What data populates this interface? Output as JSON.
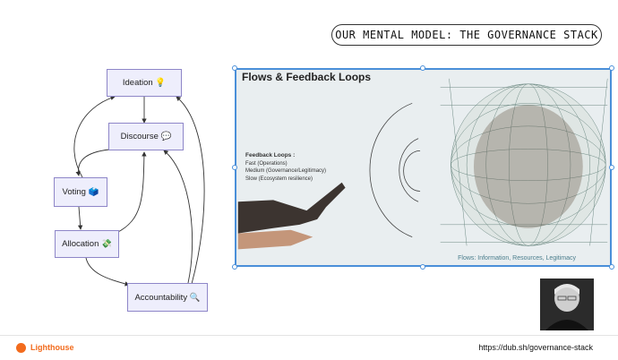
{
  "slide": {
    "title": "OUR MENTAL MODEL: THE GOVERNANCE STACK"
  },
  "diagram": {
    "nodes": {
      "ideation": "Ideation 💡",
      "discourse": "Discourse 💬",
      "voting": "Voting 🗳️",
      "allocation": "Allocation 💸",
      "accountability": "Accountability 🔍"
    },
    "accent": "#8e86c8",
    "node_fill": "#eeeefc"
  },
  "photo": {
    "title": "Flows & Feedback Loops",
    "feedback_heading": "Feedback Loops :",
    "feedback_items": [
      "Fast (Operations)",
      "Medium (Governance/Legitimacy)",
      "Slow (Ecosystem resilience)"
    ],
    "flows_caption": "Flows: Information, Resources, Legitimacy",
    "selection_color": "#4a8fd9"
  },
  "footer": {
    "brand": "Lighthouse",
    "brand_color": "#f26b1d",
    "url": "https://dub.sh/governance-stack"
  }
}
